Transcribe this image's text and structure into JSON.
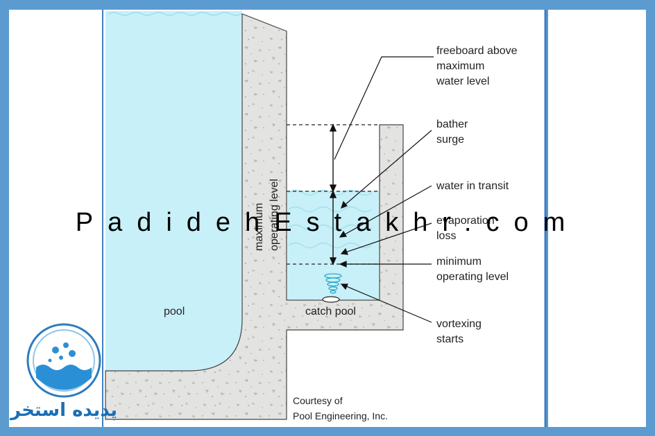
{
  "diagram": {
    "labels": {
      "freeboard": [
        "freeboard above",
        "maximum",
        "water level"
      ],
      "bather_surge": [
        "bather",
        "surge"
      ],
      "water_in_transit": [
        "water in transit"
      ],
      "evaporation_loss": [
        "evaporation",
        "loss"
      ],
      "minimum_operating_level": [
        "minimum",
        "operating level"
      ],
      "vortexing_starts": [
        "vortexing",
        "starts"
      ],
      "pool": "pool",
      "catch_pool": "catch pool",
      "maximum_operating_level": [
        "maximum",
        "operating level"
      ],
      "courtesy": [
        "Courtesy of",
        "Pool Engineering, Inc."
      ]
    }
  },
  "watermark": "PadidehEstakhr.com",
  "logo": {
    "text": "پدیده استخر"
  },
  "colors": {
    "frame": "#5b9bd0",
    "water": "#c8f0f8",
    "concrete": "#e3e3e1",
    "ink": "#222222"
  }
}
